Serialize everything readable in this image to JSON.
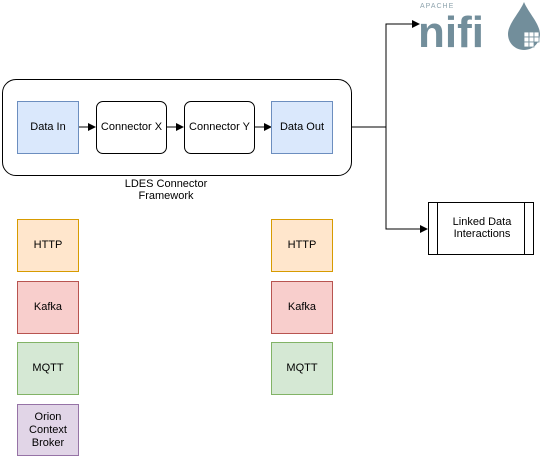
{
  "framework": {
    "caption": "LDES Connector\nFramework",
    "nodes": {
      "data_in": "Data In",
      "connector_x": "Connector X",
      "connector_y": "Connector Y",
      "data_out": "Data Out"
    }
  },
  "inputs": [
    "HTTP",
    "Kafka",
    "MQTT",
    "Orion\nContext\nBroker"
  ],
  "outputs": [
    "HTTP",
    "Kafka",
    "MQTT"
  ],
  "targets": {
    "linked_data": "Linked Data\nInteractions"
  },
  "logo": {
    "small_text": "APACHE",
    "word": "nifi",
    "color": "#728e9b"
  },
  "colors": {
    "blue": "#dae8fc",
    "orange": "#ffe6cc",
    "red": "#f8cecc",
    "green": "#d5e8d4",
    "purple": "#e1d5e7"
  }
}
